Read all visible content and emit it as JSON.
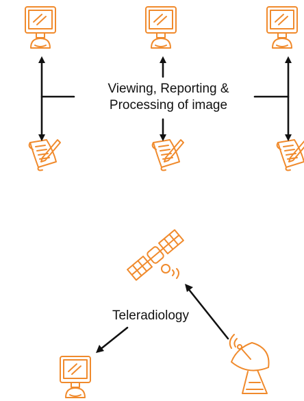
{
  "labels": {
    "viewing_line1": "Viewing, Reporting &",
    "viewing_line2": "Processing of image",
    "teleradiology": "Teleradiology"
  },
  "icons": [
    "monitor-icon",
    "document-pen-icon",
    "satellite-icon",
    "satellite-dish-icon"
  ],
  "colors": {
    "icon_stroke": "#f08a2c",
    "arrow": "#111111",
    "text": "#111111",
    "background": "#ffffff"
  }
}
